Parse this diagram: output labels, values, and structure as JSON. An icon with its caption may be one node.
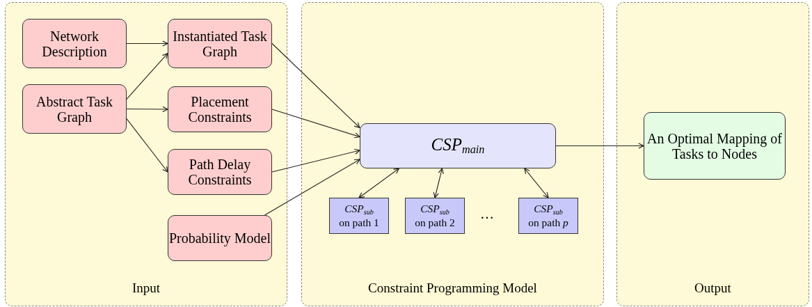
{
  "diagram": {
    "nodes": [
      {
        "text": [
          "Input"
        ]
      },
      {
        "text": [
          "Network Description"
        ],
        "in": 0
      },
      {
        "text": [
          "Abstract Task Graph"
        ],
        "in": 0
      },
      {
        "text": [
          "Instantiated Task Graph"
        ],
        "in": 0
      },
      {
        "text": [
          "Placement Constraints"
        ],
        "in": 0
      },
      {
        "text": [
          "Path Delay Constraints"
        ],
        "in": 0
      },
      {
        "text": [
          "Probability Model"
        ],
        "in": 0
      },
      {
        "text": [
          "Constraint Programming Model"
        ]
      },
      {
        "text": [
          "CSP$_{main}$"
        ],
        "in": 7
      },
      {
        "text": [
          "CSP$_{sub}$",
          "on path 1"
        ],
        "in": 7
      },
      {
        "text": [
          "CSP$_{sub}$",
          "on path 2"
        ],
        "in": 7
      },
      {
        "text": [
          "CSP$_{sub}$",
          "on path *p*"
        ],
        "in": 7
      },
      {
        "text": [
          "Output"
        ]
      },
      {
        "text": [
          "An Optimal Mapping of Tasks to Nodes"
        ],
        "in": 12
      }
    ],
    "edges": [
      {
        "from": 1,
        "to": 3,
        "arrow": "to"
      },
      {
        "from": 2,
        "to": 3,
        "arrow": "to"
      },
      {
        "from": 2,
        "to": 4,
        "arrow": "to"
      },
      {
        "from": 2,
        "to": 5,
        "arrow": "to"
      },
      {
        "from": 3,
        "to": 8,
        "arrow": "to"
      },
      {
        "from": 4,
        "to": 8,
        "arrow": "to"
      },
      {
        "from": 5,
        "to": 8,
        "arrow": "to"
      },
      {
        "from": 6,
        "to": 8,
        "arrow": "to"
      },
      {
        "from": 8,
        "to": 9,
        "arrow": "both"
      },
      {
        "from": 8,
        "to": 10,
        "arrow": "both"
      },
      {
        "from": 8,
        "to": 11,
        "arrow": "both"
      },
      {
        "from": 8,
        "to": 13,
        "arrow": "to"
      }
    ],
    "labels": [
      "…"
    ]
  }
}
